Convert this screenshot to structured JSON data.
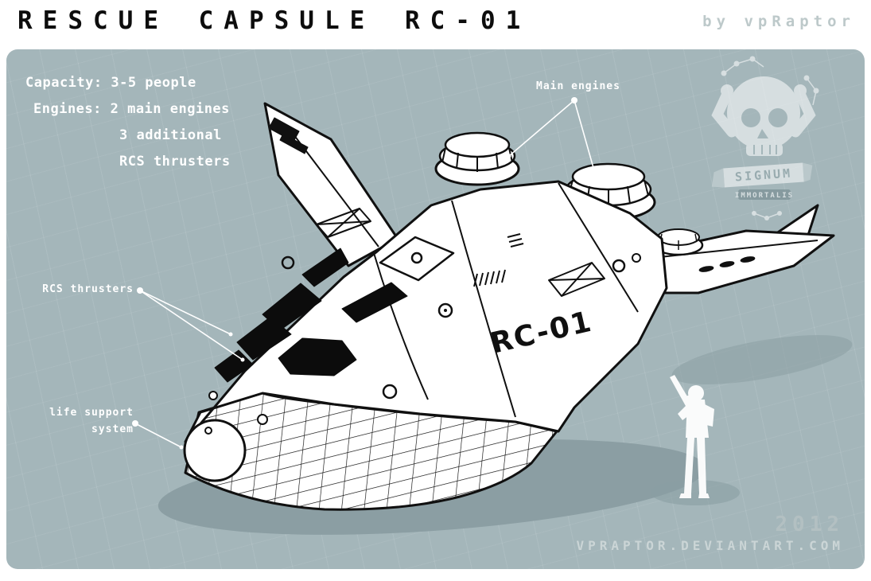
{
  "header": {
    "title": "RESCUE CAPSULE RC-01",
    "byline": "by vpRaptor"
  },
  "specs": {
    "lines": [
      "Capacity: 3-5 people",
      "Engines: 2 main engines",
      "3 additional",
      "RCS thrusters"
    ]
  },
  "callouts": {
    "main_engines": "Main engines",
    "rcs_thrusters": "RCS thrusters",
    "life_support": [
      "life support",
      "system"
    ]
  },
  "craft": {
    "designation": "RC-01"
  },
  "logo": {
    "banner": "SIGNUM",
    "sub": "IMMORTALIS"
  },
  "footer": {
    "year": "2012",
    "website": "VPRAPTOR.DEVIANTART.COM"
  },
  "colors": {
    "panel_bg": "#a4b6ba",
    "shadow": "#8b9ea3",
    "ink": "#101010",
    "text_light": "#ffffff",
    "muted": "#bdc9ca"
  }
}
